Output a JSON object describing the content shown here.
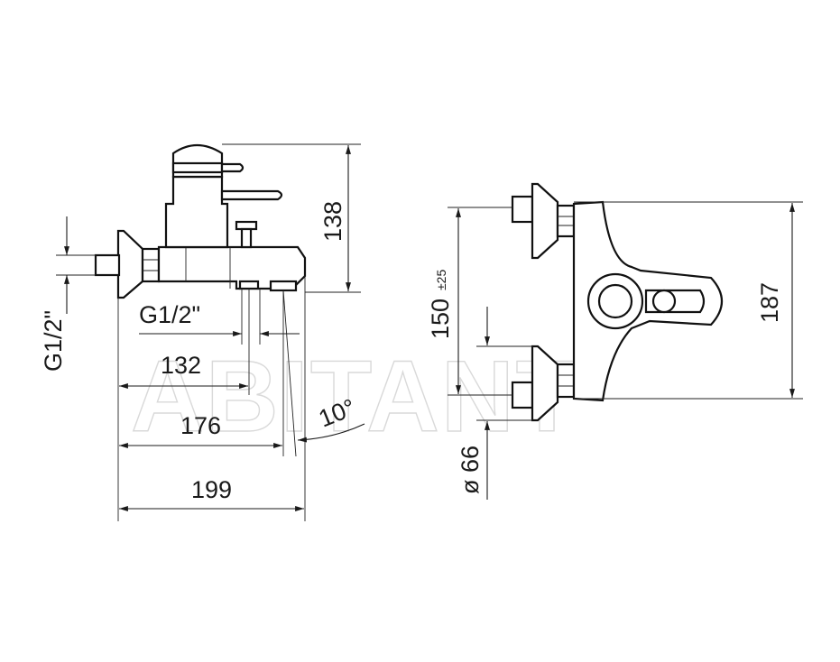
{
  "watermark": "ABITANT",
  "side_view": {
    "inlet_thread_vertical": "G1/2\"",
    "inlet_thread_horizontal": "G1/2\"",
    "height": "138",
    "depth_132": "132",
    "depth_176": "176",
    "depth_199": "199",
    "angle": "10°"
  },
  "front_view": {
    "centers": "150",
    "centers_tolerance": "±25",
    "height": "187",
    "diameter": "ø 66"
  }
}
